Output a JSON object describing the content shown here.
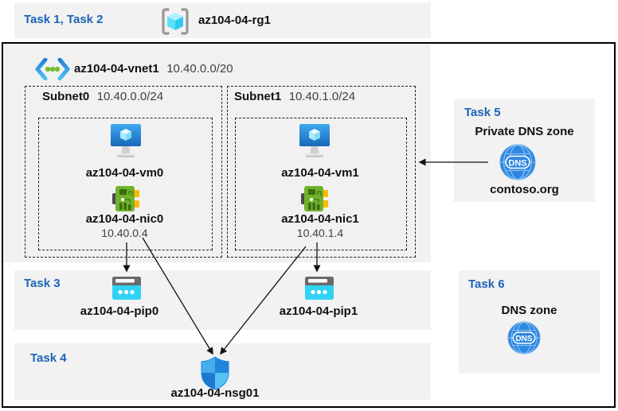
{
  "colors": {
    "accent_blue": "#1C63B7",
    "band_gray": "#F2F2F2",
    "vnet_gray": "#F1F1F1",
    "pip_cyan": "#31D3F5",
    "nic_green": "#71B22C",
    "dns_blue": "#2E87E0",
    "nsg_blue": "#1E86DB",
    "arrow_black": "#111111"
  },
  "icons": {
    "resource_group": "bracketed-cube",
    "virtual_network": "chevron-dots",
    "virtual_machine": "monitor-cube",
    "network_interface": "green-circuit-card",
    "public_ip": "cyan-browser-dots",
    "dns_zone": "blue-globe-dns",
    "nsg": "quadrant-shield",
    "dns_text": "DNS"
  },
  "header": {
    "tasks_label": "Task 1, Task 2",
    "rg_name": "az104-04-rg1"
  },
  "vnet": {
    "name": "az104-04-vnet1",
    "cidr": "10.40.0.0/20",
    "subnets": [
      {
        "name": "Subnet0",
        "cidr": "10.40.0.0/24",
        "vm": "az104-04-vm0",
        "nic": "az104-04-nic0",
        "ip": "10.40.0.4"
      },
      {
        "name": "Subnet1",
        "cidr": "10.40.1.0/24",
        "vm": "az104-04-vm1",
        "nic": "az104-04-nic1",
        "ip": "10.40.1.4"
      }
    ]
  },
  "task3": {
    "label": "Task 3",
    "pip0": "az104-04-pip0",
    "pip1": "az104-04-pip1"
  },
  "task4": {
    "label": "Task 4",
    "nsg": "az104-04-nsg01"
  },
  "task5": {
    "label": "Task 5",
    "title": "Private DNS zone",
    "zone": "contoso.org"
  },
  "task6": {
    "label": "Task 6",
    "title": "DNS zone"
  }
}
